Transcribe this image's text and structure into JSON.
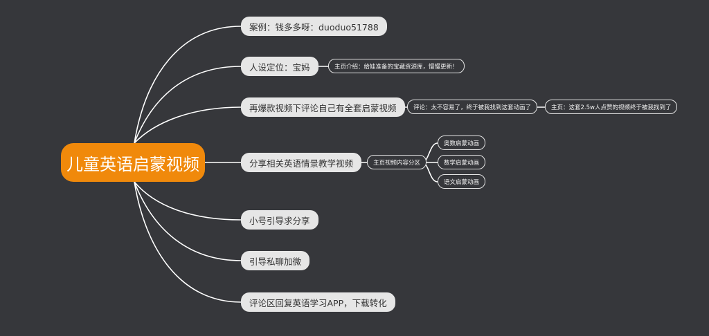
{
  "root": {
    "label": "儿童英语启蒙视频"
  },
  "branches": [
    {
      "label": "案例：钱多多呀：duoduo51788"
    },
    {
      "label": "人设定位：宝妈",
      "children": [
        {
          "label": "主页介绍：给娃准备的宝藏资源库，慢慢更新！"
        }
      ]
    },
    {
      "label": "再爆款视频下评论自己有全套启蒙视频",
      "children": [
        {
          "label": "评论：太不容易了，终于被我找到这套动画了"
        },
        {
          "label": "主页：这套2.5w人点赞的视频终于被我找到了"
        }
      ]
    },
    {
      "label": "分享相关英语情景教学视频",
      "children": [
        {
          "label": "主页视频内容分区",
          "children": [
            {
              "label": "奥数启蒙动画"
            },
            {
              "label": "数学启蒙动画"
            },
            {
              "label": "语文启蒙动画"
            }
          ]
        }
      ]
    },
    {
      "label": "小号引导求分享"
    },
    {
      "label": "引导私聊加微"
    },
    {
      "label": "评论区回复英语学习APP，下载转化"
    }
  ],
  "colors": {
    "background": "#36373b",
    "root": "#f0890b",
    "branch": "#e6e6e6",
    "line": "#ffffff"
  }
}
